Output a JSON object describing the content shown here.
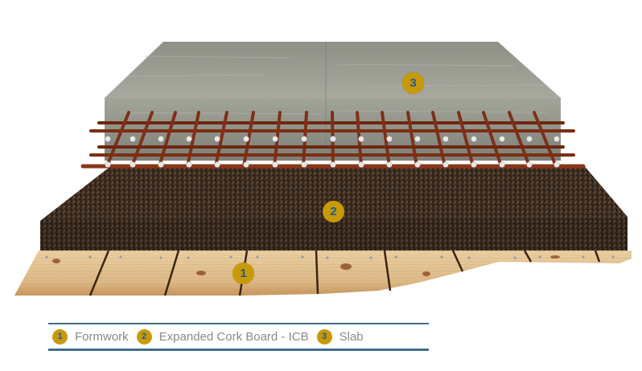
{
  "diagram": {
    "layers": [
      {
        "number": "1",
        "name": "Formwork",
        "material": "wood-planks"
      },
      {
        "number": "2",
        "name": "Expanded Cork Board - ICB",
        "material": "cork"
      },
      {
        "number": "3",
        "name": "Slab",
        "material": "reinforced-concrete"
      }
    ],
    "badges": {
      "formwork": "1",
      "cork": "2",
      "slab": "3"
    },
    "colors": {
      "badge_fill": "#c99a07",
      "badge_text": "#1d5a9e",
      "legend_rule": "#3f6d8a",
      "legend_text": "#8a8a8a",
      "concrete": "#9a9c90",
      "cork": "#3a2b20",
      "rebar": "#7a2e14",
      "wood": "#e3c394"
    }
  },
  "legend": {
    "items": [
      {
        "number": "1",
        "label": "Formwork"
      },
      {
        "number": "2",
        "label": "Expanded Cork Board - ICB"
      },
      {
        "number": "3",
        "label": "Slab"
      }
    ]
  }
}
